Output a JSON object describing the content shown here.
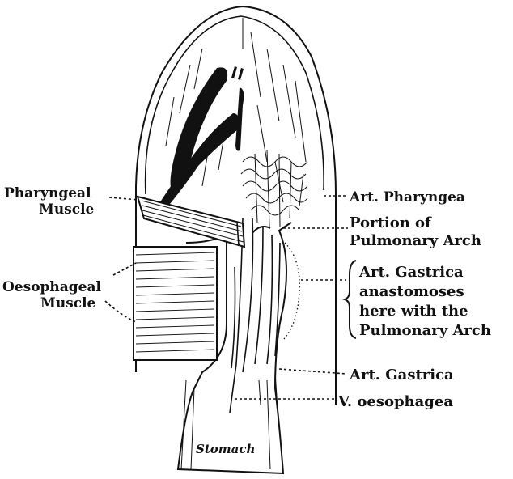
{
  "labels": {
    "pharyngeal_muscle": [
      "Pharyngeal",
      "Muscle"
    ],
    "oesophageal_muscle": [
      "Oesophageal",
      "Muscle"
    ],
    "art_pharyngea": "Art. Pharyngea",
    "portion_pulmonary_arch": [
      "Portion of",
      "Pulmonary Arch"
    ],
    "art_gastrica_anastomoses": [
      "Art. Gastrica",
      "anastomoses",
      "here with the",
      "Pulmonary Arch"
    ],
    "art_gastrica": "Art. Gastrica",
    "v_oesophagea": "V. oesophagea",
    "stomach": "Stomach"
  },
  "colors": {
    "ink": "#111111",
    "paper": "#ffffff"
  }
}
